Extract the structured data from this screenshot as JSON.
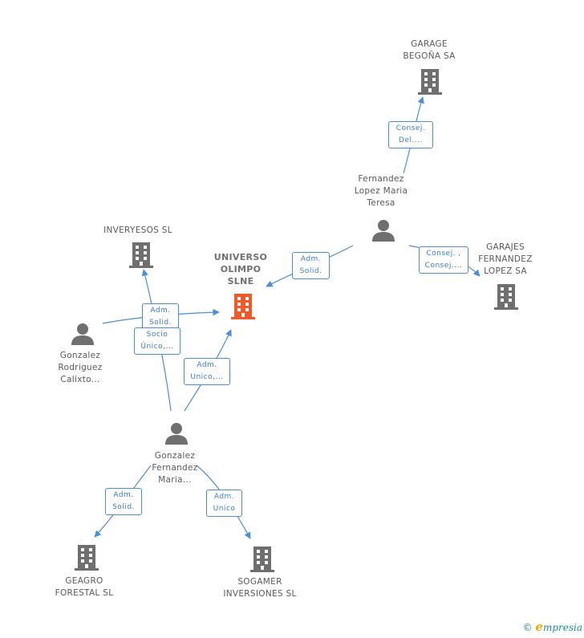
{
  "colors": {
    "company": "#6f6f6f",
    "main_company": "#f05a28",
    "person": "#6f6f6f",
    "edge": "#4a8fd6"
  },
  "nodes": {
    "main": {
      "lines": [
        "UNIVERSO",
        "OLIMPO",
        "SLNE"
      ],
      "icon": "building-icon"
    },
    "garage_begona": {
      "lines": [
        "GARAGE",
        "BEGOÑA SA"
      ],
      "icon": "building-icon"
    },
    "fernandez_lopez": {
      "lines": [
        "Fernandez",
        "Lopez Maria",
        "Teresa"
      ],
      "icon": "person-icon"
    },
    "garajes_fernandez": {
      "lines": [
        "GARAJES",
        "FERNANDEZ",
        "LOPEZ SA"
      ],
      "icon": "building-icon"
    },
    "inveryesos": {
      "lines": [
        "INVERYESOS SL"
      ],
      "icon": "building-icon"
    },
    "gonzalez_rodriguez": {
      "lines": [
        "Gonzalez",
        "Rodriguez",
        "Calixto..."
      ],
      "icon": "person-icon"
    },
    "gonzalez_fernandez": {
      "lines": [
        "Gonzalez",
        "Fernandez",
        "Maria..."
      ],
      "icon": "person-icon"
    },
    "geagro": {
      "lines": [
        "GEAGRO",
        "FORESTAL SL"
      ],
      "icon": "building-icon"
    },
    "sogamer": {
      "lines": [
        "SOGAMER",
        "INVERSIONES SL"
      ],
      "icon": "building-icon"
    }
  },
  "edges": {
    "consej_del": [
      "Consej.",
      "Del...."
    ],
    "adm_solid_fl": [
      "Adm.",
      "Solid."
    ],
    "consej_consej": [
      "Consej. ,",
      "Consej...."
    ],
    "adm_solid_gr": [
      "Adm.",
      "Solid."
    ],
    "socio_unico": [
      "Socio",
      "Único,..."
    ],
    "adm_unico_main": [
      "Adm.",
      "Unico,..."
    ],
    "adm_solid_geagro": [
      "Adm.",
      "Solid."
    ],
    "adm_unico_sogamer": [
      "Adm.",
      "Unico"
    ]
  },
  "footer": {
    "copyright": "©",
    "brand_first": "e",
    "brand_rest": "mpresia"
  }
}
